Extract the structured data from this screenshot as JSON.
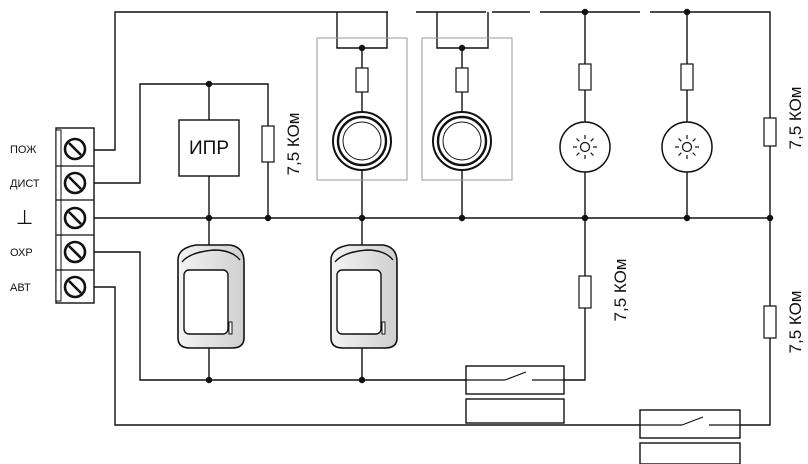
{
  "terminals": [
    {
      "label": "ПОЖ"
    },
    {
      "label": "ДИСТ"
    },
    {
      "label": "⊥"
    },
    {
      "label": "ОХР"
    },
    {
      "label": "АВТ"
    }
  ],
  "ipr_label": "ИПР",
  "resistor_label": "7,5 КОм",
  "colors": {
    "line": "#111111",
    "frame": "#9a9a9a",
    "detector_body": "#e4e4e4"
  },
  "icons": [
    "manual-call-point",
    "smoke-detector",
    "heat-detector",
    "motion-detector",
    "reed-switch"
  ]
}
